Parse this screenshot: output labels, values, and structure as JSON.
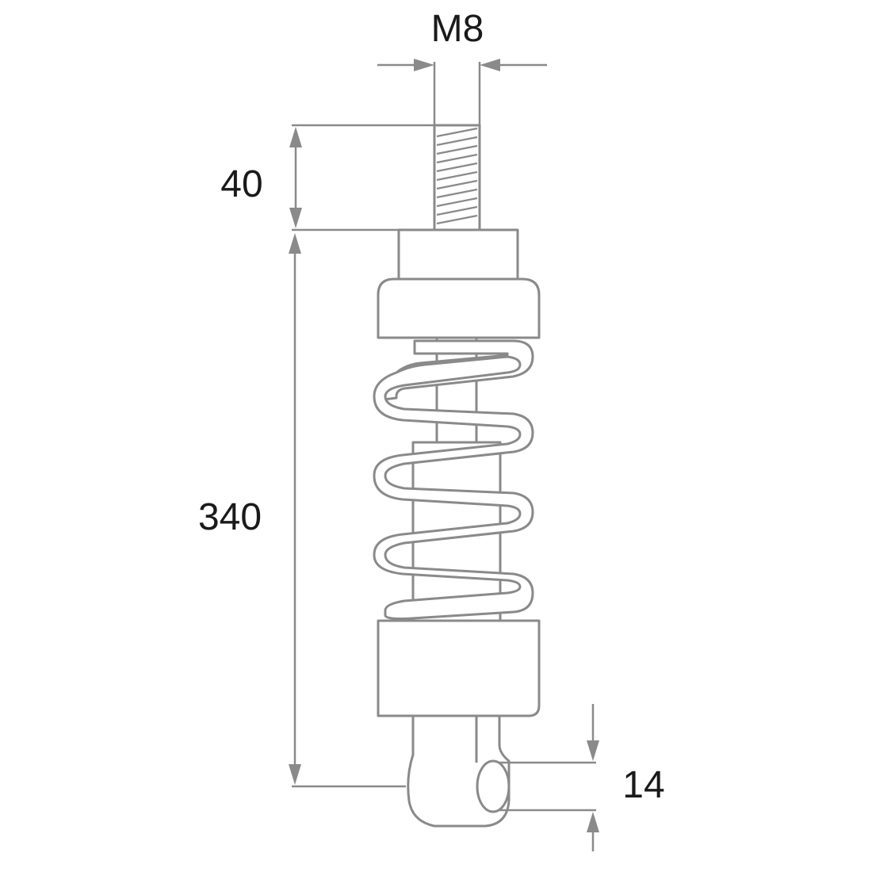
{
  "dimensions": {
    "thread": "M8",
    "thread_length": "40",
    "overall_length": "340",
    "eye_diameter": "14"
  },
  "colors": {
    "line": "#8a8a8a",
    "text": "#1a1a1a",
    "background": "#ffffff"
  }
}
